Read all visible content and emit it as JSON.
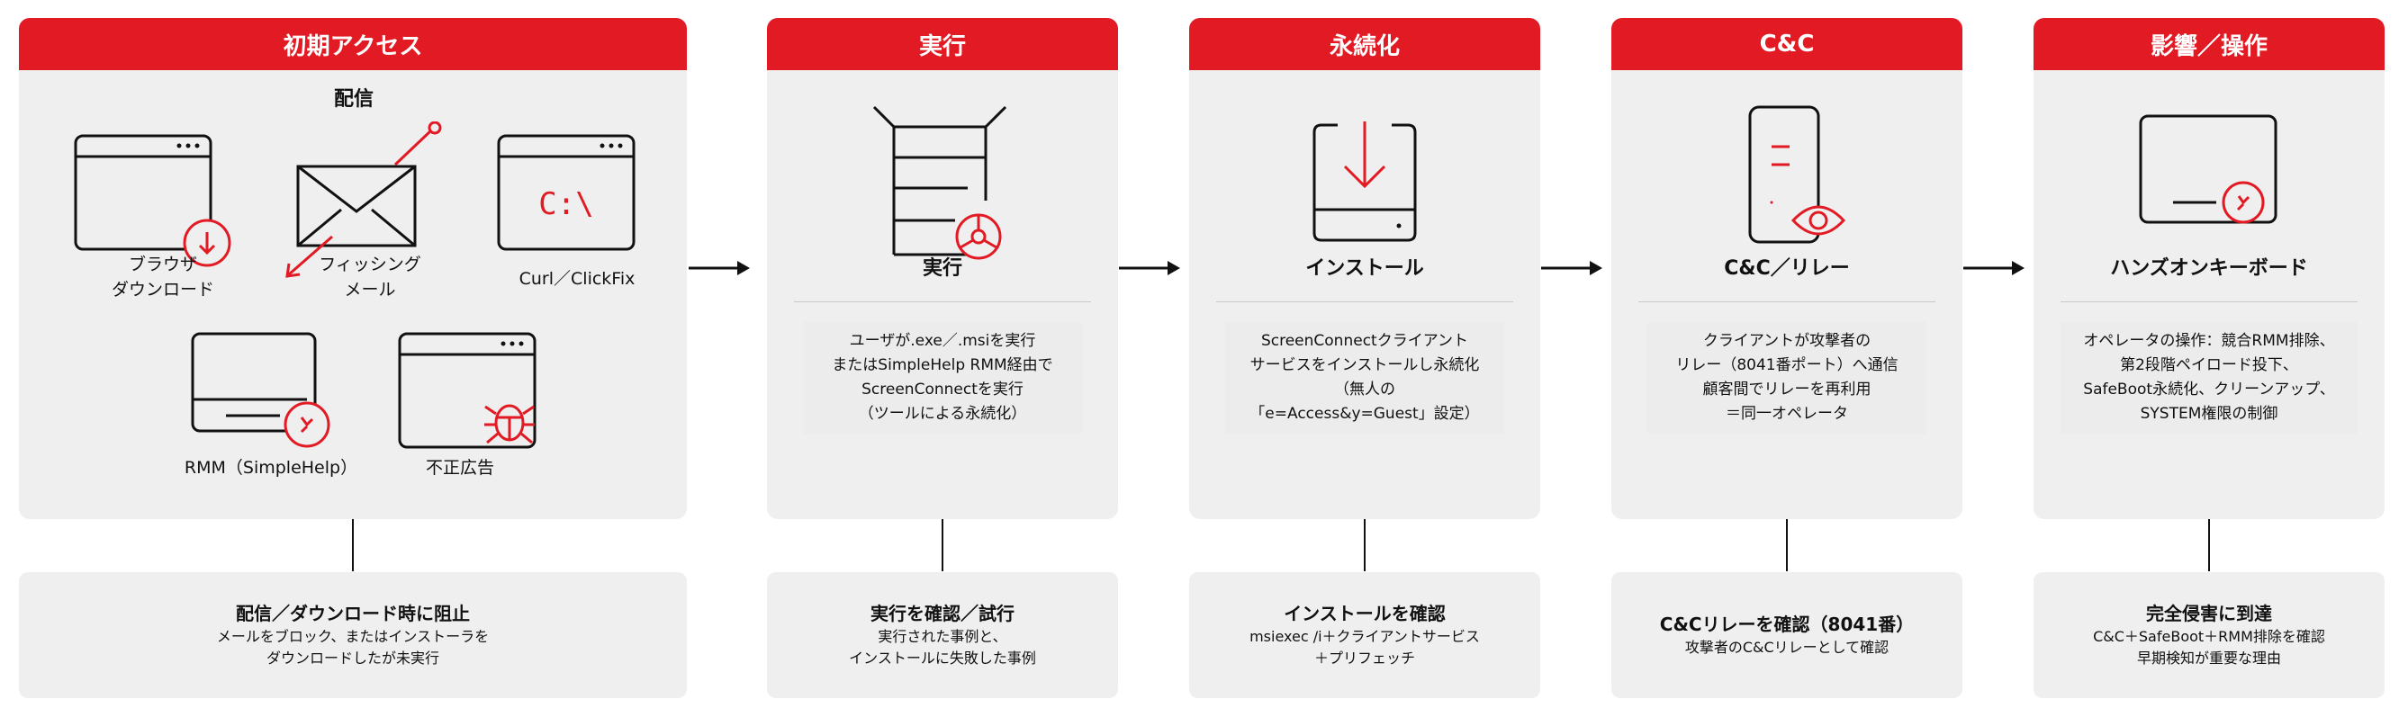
{
  "stages": [
    {
      "title": "初期アクセス",
      "delivery_label": "配信",
      "items": [
        {
          "label": "ブラウザ\nダウンロード",
          "icon": "browser-download-icon"
        },
        {
          "label": "フィッシング\nメール",
          "icon": "phishing-mail-icon"
        },
        {
          "label": "Curl／ClickFix",
          "icon": "terminal-icon"
        },
        {
          "label": "RMM（SimpleHelp）",
          "icon": "rmm-screen-icon"
        },
        {
          "label": "不正広告",
          "icon": "malvertising-bug-icon"
        }
      ],
      "bottom_title": "配信／ダウンロード時に阻止",
      "bottom_desc": [
        "メールをブロック、またはインストーラを",
        "ダウンロードしたが未実行"
      ]
    },
    {
      "title": "実行",
      "icon": "execution-file-icon",
      "subtitle": "実行",
      "desc": [
        "ユーザが.exe／.msiを実行",
        "またはSimpleHelp RMM経由で",
        "ScreenConnectを実行",
        "（ツールによる永続化）"
      ],
      "bottom_title": "実行を確認／試行",
      "bottom_desc": [
        "実行された事例と、",
        "インストールに失敗した事例"
      ]
    },
    {
      "title": "永続化",
      "icon": "install-download-icon",
      "subtitle": "インストール",
      "desc": [
        "ScreenConnectクライアント",
        "サービスをインストールし永続化",
        "（無人の",
        "「e=Access&y=Guest」設定）"
      ],
      "bottom_title": "インストールを確認",
      "bottom_desc": [
        "msiexec /i＋クライアントサービス",
        "＋プリフェッチ"
      ]
    },
    {
      "title": "C&C",
      "icon": "relay-eye-icon",
      "subtitle": "C&C／リレー",
      "desc": [
        "クライアントが攻撃者の",
        "リレー（8041番ポート）へ通信",
        "顧客間でリレーを再利用",
        "＝同一オペレータ"
      ],
      "bottom_title": "C&Cリレーを確認（8041番）",
      "bottom_desc": [
        "攻撃者のC&Cリレーとして確認"
      ]
    },
    {
      "title": "影響／操作",
      "icon": "hands-on-keyboard-icon",
      "subtitle": "ハンズオンキーボード",
      "desc": [
        "オペレータの操作：競合RMM排除、",
        "第2段階ペイロード投下、",
        "SafeBoot永続化、クリーンアップ、",
        "SYSTEM権限の制御"
      ],
      "bottom_title": "完全侵害に到達",
      "bottom_desc": [
        "C&C＋SafeBoot＋RMM排除を確認",
        "早期検知が重要な理由"
      ]
    }
  ],
  "colors": {
    "accent": "#e21a23",
    "panel": "#efefef",
    "line": "#111111"
  }
}
